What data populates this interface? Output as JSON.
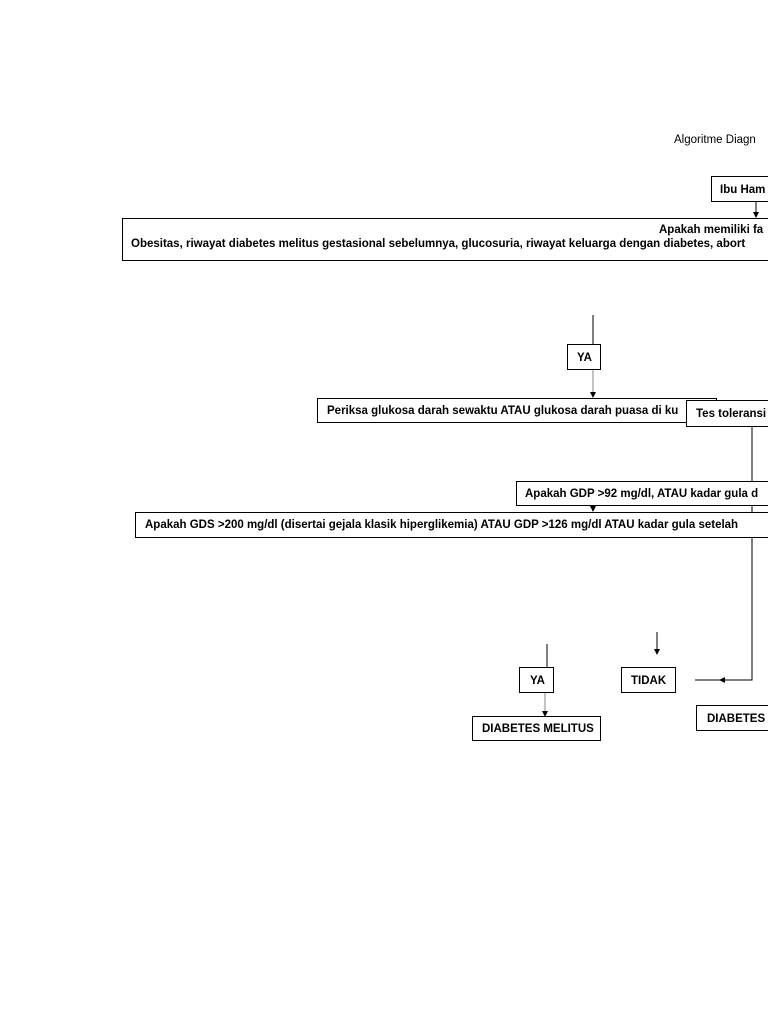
{
  "title": "Algoritme Diagn",
  "nodes": {
    "ibu_hamil": "Ibu Ham",
    "q_risk_heading": "Apakah memiliki fa",
    "q_risk_factors": "Obesitas, riwayat diabetes melitus gestasional sebelumnya, glucosuria, riwayat keluarga dengan diabetes, abort",
    "ya_1": "YA",
    "periksa": "Periksa glukosa darah sewaktu ATAU glukosa darah puasa di ku",
    "tes_toleransi": "Tes toleransi",
    "q_gdp": "Apakah GDP >92 mg/dl, ATAU kadar gula d",
    "q_gds": "Apakah GDS >200 mg/dl (disertai gejala klasik hiperglikemia) ATAU GDP >126 mg/dl ATAU kadar gula setelah",
    "ya_2": "YA",
    "tidak": "TIDAK",
    "diabetes_melitus": "DIABETES MELITUS",
    "diabetes_right": "DIABETES I"
  }
}
